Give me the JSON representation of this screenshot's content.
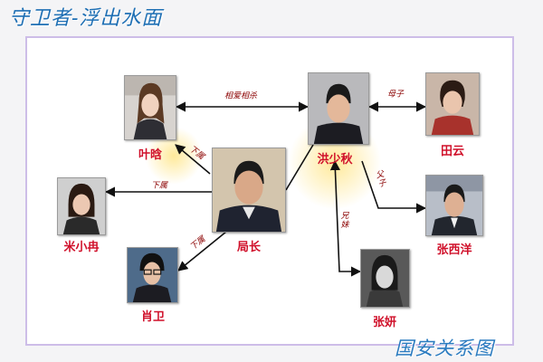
{
  "title": "守卫者-浮出水面",
  "footer": "国安关系图",
  "people": {
    "ye": "叶晗",
    "hong": "洪少秋",
    "tian": "田云",
    "mi": "米小冉",
    "ju": "局长",
    "zhangxy": "张西洋",
    "xiao": "肖卫",
    "zhangy": "张妍"
  },
  "relations": {
    "ye_hong": "相爱相杀",
    "hong_tian": "母子",
    "ju_ye": "下属",
    "ju_mi": "下属",
    "ju_xiao": "下属",
    "hong_zhangxy": "父子",
    "hong_zhangy": "兄妹"
  },
  "colors": {
    "title": "#1e6fb4",
    "name": "#d0102a",
    "edge_label": "#8b0000",
    "frame": "#cdbde8"
  }
}
